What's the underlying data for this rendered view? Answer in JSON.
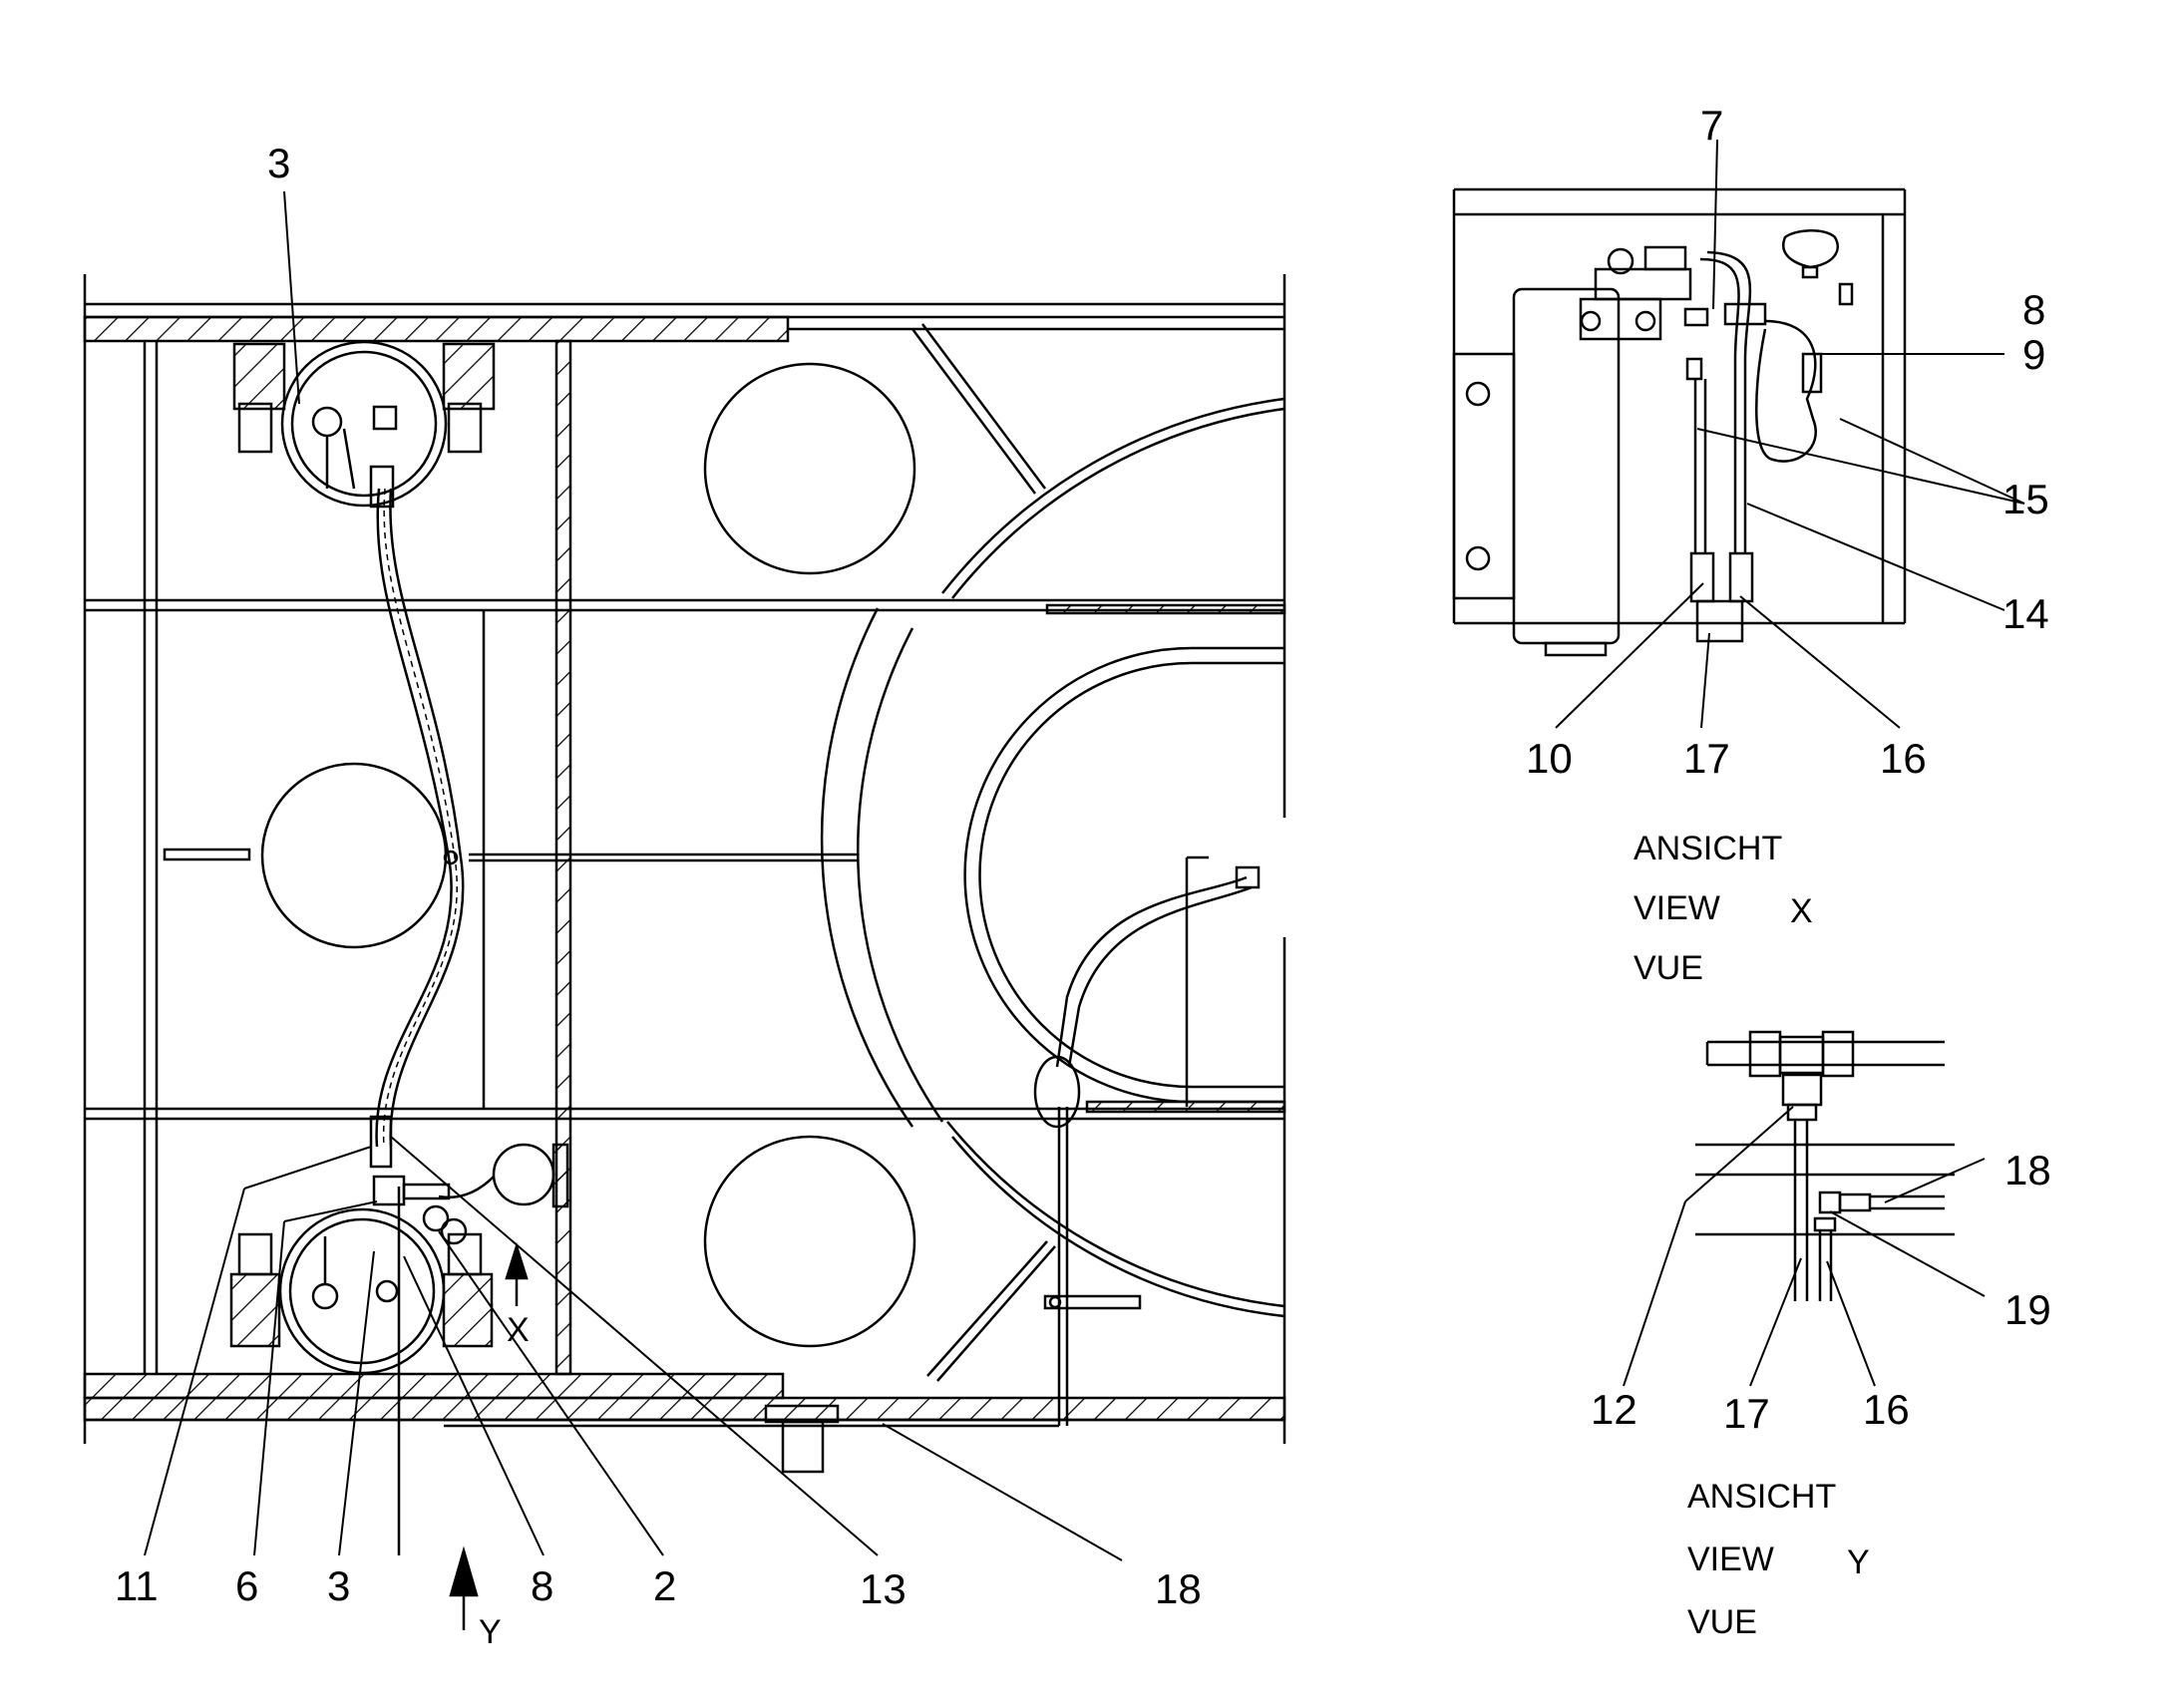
{
  "callouts_main": {
    "top_3": "3",
    "b_11": "11",
    "b_6": "6",
    "b_3": "3",
    "b_8": "8",
    "b_2": "2",
    "b_13": "13",
    "b_18": "18",
    "arrow_y": "Y",
    "arrow_x": "X"
  },
  "view_x": {
    "c7": "7",
    "c8": "8",
    "c9": "9",
    "c15": "15",
    "c14": "14",
    "c10": "10",
    "c17": "17",
    "c16": "16",
    "caption_de": "ANSICHT",
    "caption_en": "VIEW",
    "caption_fr": "VUE",
    "caption_letter": "X"
  },
  "view_y": {
    "c18": "18",
    "c19": "19",
    "c12": "12",
    "c17": "17",
    "c16": "16",
    "caption_de": "ANSICHT",
    "caption_en": "VIEW",
    "caption_fr": "VUE",
    "caption_letter": "Y"
  },
  "colors": {
    "ink": "#000000",
    "paper": "#ffffff"
  }
}
